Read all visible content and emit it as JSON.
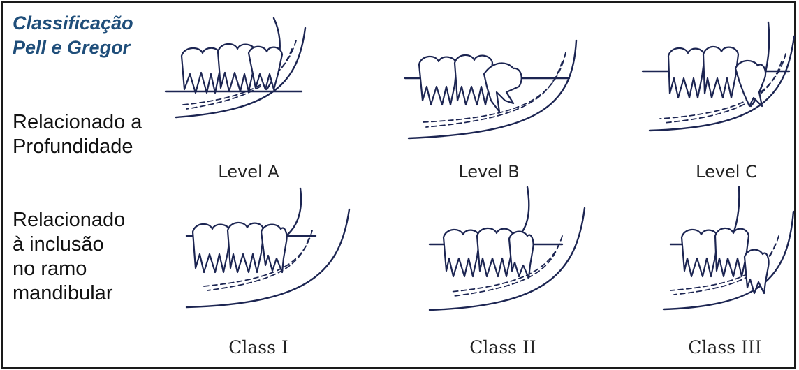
{
  "title": {
    "line1": "Classificação",
    "line2": "Pell e Gregor"
  },
  "depth_label": {
    "line1": "Relacionado a",
    "line2": "Profundidade"
  },
  "ramus_label": {
    "line1": "Relacionado",
    "line2": "à inclusão",
    "line3": "no ramo",
    "line4": "mandibular"
  },
  "levels": [
    "Level A",
    "Level B",
    "Level C"
  ],
  "classes": [
    "Class I",
    "Class II",
    "Class III"
  ],
  "colors": {
    "title": "#1f4e7a",
    "ink": "#1c2552",
    "border": "#1a1a1a"
  }
}
